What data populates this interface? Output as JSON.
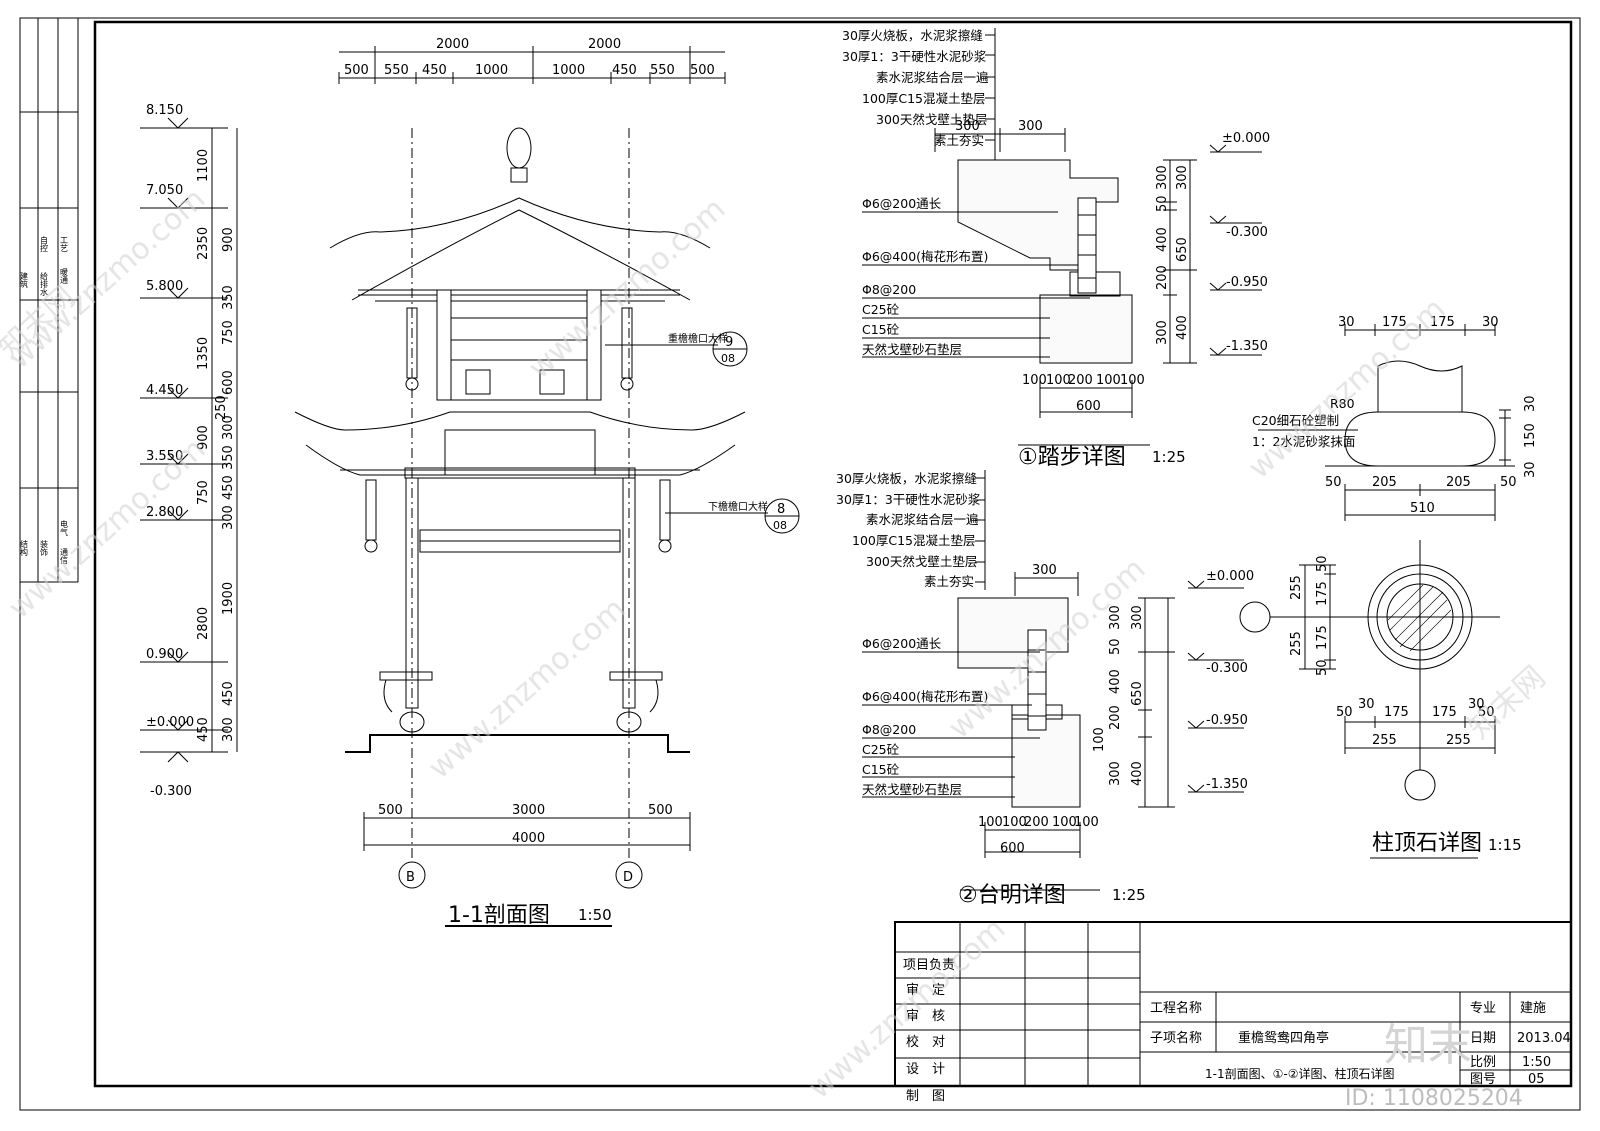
{
  "section": {
    "top_dims": [
      "2000",
      "2000"
    ],
    "sub_dims": [
      "500",
      "550",
      "450",
      "1000",
      "1000",
      "450",
      "550",
      "500"
    ],
    "bottom_dims": [
      "500",
      "3000",
      "500"
    ],
    "bottom_total": "4000",
    "levels": [
      "8.150",
      "7.050",
      "5.800",
      "4.450",
      "3.550",
      "2.800",
      "0.900",
      "±0.000",
      "-0.300"
    ],
    "height_dims_a": [
      "1100",
      "2350",
      "1350",
      "900",
      "750",
      "1900",
      "2800",
      "450",
      "450",
      "300"
    ],
    "height_dims_b": [
      "900",
      "350",
      "750",
      "600",
      "250",
      "300",
      "900",
      "350",
      "450",
      "300",
      "300"
    ],
    "callout_upper": "重檐檐口大样",
    "callout_upper_num": "9",
    "callout_upper_sheet": "08",
    "callout_lower": "下檐檐口大样",
    "callout_lower_num": "8",
    "callout_lower_sheet": "08",
    "axis_left": "B",
    "axis_right": "D",
    "title": "1-1剖面图",
    "scale": "1:50"
  },
  "step_detail": {
    "layers": [
      "30厚火烧板，水泥浆擦缝",
      "30厚1：3干硬性水泥砂浆",
      "素水泥浆结合层一遍",
      "100厚C15混凝土垫层",
      "300天然戈壁土垫层",
      "素土夯实"
    ],
    "top_dims": [
      "300",
      "300"
    ],
    "labels": [
      "Φ6@200通长",
      "Φ6@400(梅花形布置)",
      "Φ8@200",
      "C25砼",
      "C15砼",
      "天然戈壁砂石垫层"
    ],
    "levels": [
      "±0.000",
      "-0.300",
      "-0.950",
      "-1.350"
    ],
    "right_dims_inner": [
      "300",
      "50",
      "400",
      "200",
      "300"
    ],
    "right_dims_outer": [
      "300",
      "650",
      "400"
    ],
    "bottom_dims": [
      "100",
      "100",
      "200",
      "100",
      "100"
    ],
    "bottom_total": "600",
    "title": "①踏步详图",
    "scale": "1:25"
  },
  "platform_detail": {
    "layers": [
      "30厚火烧板，水泥浆擦缝",
      "30厚1：3干硬性水泥砂浆",
      "素水泥浆结合层一遍",
      "100厚C15混凝土垫层",
      "300天然戈壁土垫层",
      "素土夯实"
    ],
    "top_dim": "300",
    "labels": [
      "Φ6@200通长",
      "Φ6@400(梅花形布置)",
      "Φ8@200",
      "C25砼",
      "C15砼",
      "天然戈壁砂石垫层"
    ],
    "levels": [
      "±0.000",
      "-0.300",
      "-0.950",
      "-1.350"
    ],
    "right_dims_inner": [
      "300",
      "50",
      "400",
      "200",
      "100",
      "300"
    ],
    "right_dims_outer": [
      "300",
      "650",
      "400"
    ],
    "bottom_dims": [
      "100",
      "100",
      "200",
      "100",
      "100"
    ],
    "bottom_total": "600",
    "title": "②台明详图",
    "scale": "1:25"
  },
  "column_cap": {
    "top_dims": [
      "30",
      "175",
      "175",
      "30"
    ],
    "radius": "R80",
    "note1": "C20细石砼塑制",
    "note2": "1：2水泥砂浆抹面",
    "right_dims": [
      "30",
      "150",
      "30"
    ],
    "mid_dims": [
      "50",
      "205",
      "205",
      "50"
    ],
    "mid_total": "510",
    "plan_left_dims": [
      "255",
      "255"
    ],
    "plan_inner_dims": [
      "50",
      "175",
      "175",
      "50"
    ],
    "plan_bottom_dims": [
      "50",
      "30",
      "175",
      "175",
      "30",
      "50"
    ],
    "plan_bottom_total": [
      "255",
      "255"
    ],
    "title": "柱顶石详图",
    "scale": "1:15"
  },
  "title_block": {
    "roles": [
      "项目负责",
      "审　定",
      "审　核",
      "校　对",
      "设　计",
      "制　图"
    ],
    "project_label": "工程名称",
    "subitem_label": "子项名称",
    "subitem_value": "重檐鸳鸯四角亭",
    "discipline_label": "专业",
    "discipline_value": "建施",
    "date_label": "日期",
    "date_value": "2013.04",
    "scale_label": "比例",
    "scale_value": "1:50",
    "drawing_name": "1-1剖面图、①-②详图、柱顶石详图",
    "sheet_label": "图号",
    "sheet_value": "05"
  },
  "left_strip": {
    "top_labels": [
      "建筑",
      "给排水",
      "工艺",
      "暖通",
      "自控"
    ],
    "bottom_labels": [
      "结构",
      "装饰",
      "电气",
      "通信"
    ]
  },
  "watermark": {
    "text": "www.znzmo.com",
    "brand": "知末网",
    "logo": "知末",
    "id_text": "ID: 1108025204"
  }
}
